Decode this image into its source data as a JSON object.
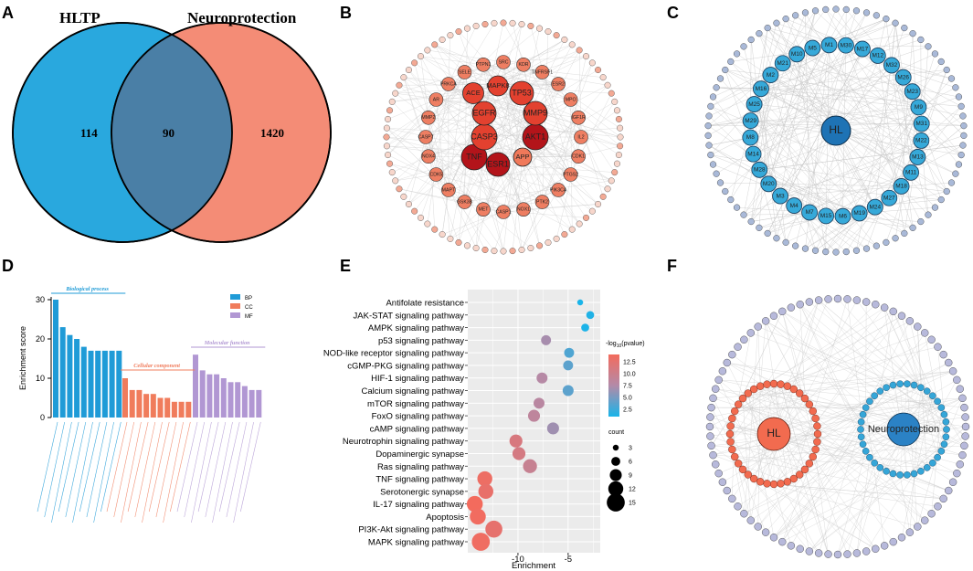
{
  "panels": {
    "A": "A",
    "B": "B",
    "C": "C",
    "D": "D",
    "E": "E",
    "F": "F"
  },
  "venn": {
    "left_label": "HLTP",
    "right_label": "Neuroprotection",
    "left_only": "114",
    "overlap": "90",
    "right_only": "1420",
    "left_color": "#29a8de",
    "right_color": "#f48c76"
  },
  "networkB": {
    "inner": [
      "TNF",
      "ESR1",
      "AKT1",
      "CASP3",
      "EGFR",
      "ACE",
      "MAPK8",
      "TP53",
      "MMP9",
      "APP"
    ],
    "middle": [
      "SRC",
      "KDR",
      "TNFRSF1",
      "ESR2",
      "MPO",
      "IGF1R",
      "IL2",
      "CDK1",
      "PTGS2",
      "PIK3CA",
      "PTK2",
      "NOX1",
      "CASP1",
      "MET",
      "GSK3B",
      "MAPT",
      "CDK5",
      "NOX4",
      "CASP7",
      "MMP2",
      "AR",
      "PRKCA",
      "SELE",
      "PTPN1"
    ]
  },
  "networkC": {
    "center": "HL",
    "ring": [
      "M1",
      "M30",
      "M17",
      "M12",
      "M32",
      "M26",
      "M23",
      "M9",
      "M31",
      "M22",
      "M13",
      "M11",
      "M18",
      "M27",
      "M24",
      "M19",
      "M6",
      "M15",
      "M7",
      "M4",
      "M3",
      "M20",
      "M28",
      "M14",
      "M8",
      "M29",
      "M25",
      "M16",
      "M2",
      "M21",
      "M10",
      "M5"
    ]
  },
  "chartD": {
    "ylabel": "Enrichment score",
    "yticks": [
      "0",
      "10",
      "20",
      "30"
    ],
    "legend": [
      "BP",
      "CC",
      "MF"
    ],
    "groups": [
      "Biological process",
      "Cellular component",
      "Molecular function"
    ]
  },
  "chart_data": [
    {
      "type": "bar",
      "panel": "D",
      "ylabel": "Enrichment score",
      "ylim": [
        0,
        30
      ],
      "series": [
        {
          "name": "BP",
          "color": "#1f9bd7",
          "values": [
            30,
            23,
            21,
            20,
            18,
            17,
            17,
            17,
            17,
            17
          ]
        },
        {
          "name": "CC",
          "color": "#f07c5c",
          "values": [
            10,
            7,
            7,
            6,
            6,
            5,
            5,
            4,
            4,
            4
          ]
        },
        {
          "name": "MF",
          "color": "#b197d3",
          "values": [
            16,
            12,
            11,
            11,
            10,
            9,
            9,
            8,
            7,
            7
          ]
        }
      ],
      "group_labels": [
        "Biological process",
        "Cellular component",
        "Molecular function"
      ]
    },
    {
      "type": "scatter",
      "panel": "E",
      "xlabel": "Enrichment",
      "xticks": [
        -10,
        -5
      ],
      "xlim": [
        -15,
        -1.8
      ],
      "legend_color_title": "-log10(pvalue)",
      "color_ticks": [
        "12.5",
        "10.0",
        "7.5",
        "5.0",
        "2.5"
      ],
      "size_title": "count",
      "size_ticks": [
        "3",
        "6",
        "9",
        "12",
        "15"
      ],
      "categories": [
        "Antifolate resistance",
        "JAK-STAT signaling pathway",
        "AMPK signaling pathway",
        "p53 signaling pathway",
        "NOD-like receptor signaling pathway",
        "cGMP-PKG signaling pathway",
        "HIF-1 signaling pathway",
        "Calcium signaling pathway",
        "mTOR signaling pathway",
        "FoxO signaling pathway",
        "cAMP signaling pathway",
        "Neurotrophin signaling pathway",
        "Dopaminergic synapse",
        "Ras signaling pathway",
        "TNF signaling pathway",
        "Serotonergic synapse",
        "IL-17 signaling pathway",
        "Apoptosis",
        "PI3K-Akt signaling pathway",
        "MAPK signaling pathway"
      ],
      "x": [
        -3.8,
        -2.8,
        -3.3,
        -7.2,
        -4.9,
        -5.0,
        -7.6,
        -5.0,
        -7.9,
        -8.4,
        -6.5,
        -10.2,
        -9.9,
        -8.8,
        -13.3,
        -13.2,
        -14.3,
        -14.0,
        -12.4,
        -13.7
      ],
      "pvalue_log": [
        2.5,
        2.8,
        2.6,
        7.8,
        4.5,
        5.0,
        8.5,
        5.0,
        8.8,
        9.2,
        7.5,
        11.5,
        11.2,
        10.0,
        13.5,
        13.0,
        14.0,
        13.8,
        12.8,
        13.6
      ],
      "count": [
        3,
        5,
        5,
        7,
        7,
        7,
        8,
        8,
        8,
        9,
        9,
        10,
        10,
        11,
        12,
        12,
        13,
        13,
        14,
        15
      ]
    }
  ],
  "networkF": {
    "left_center": "HL",
    "right_center": "Neuroprotection",
    "left_color": "#f26b4f",
    "right_color": "#2b82c5"
  }
}
